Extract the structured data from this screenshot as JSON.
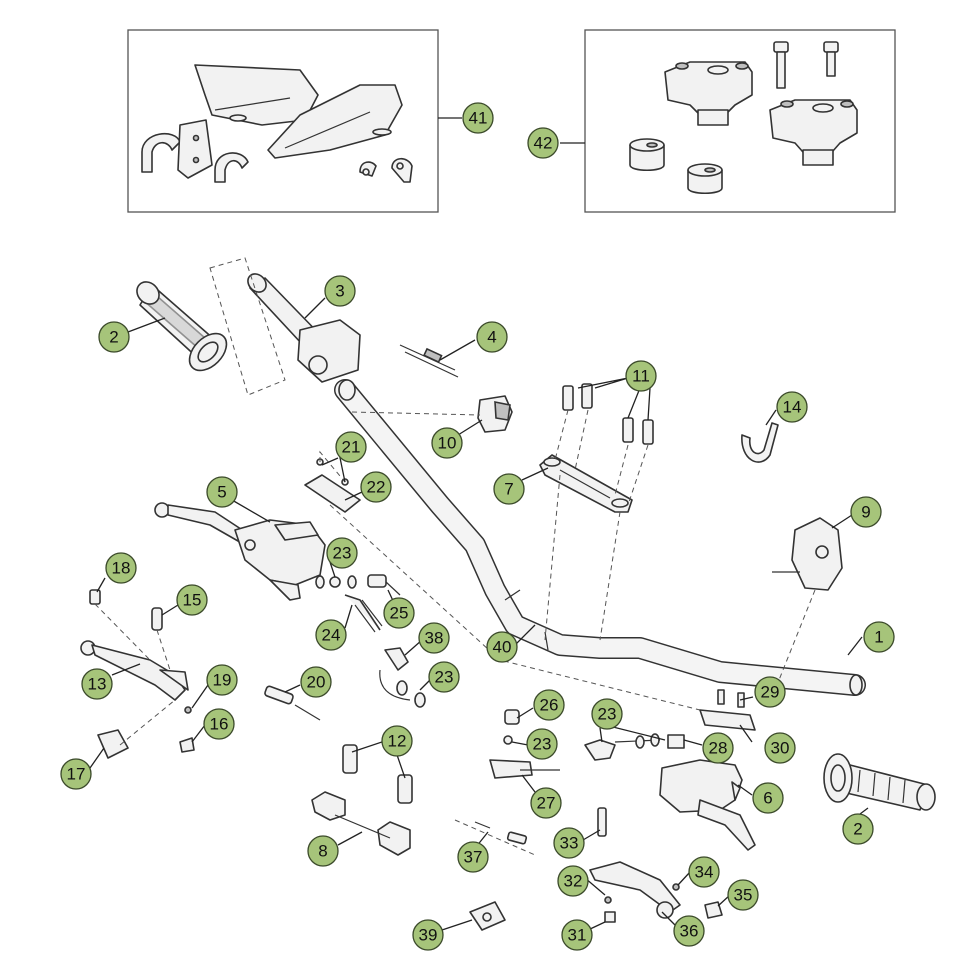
{
  "diagram": {
    "callouts": {
      "c1": "1",
      "c2a": "2",
      "c2b": "2",
      "c3": "3",
      "c4": "4",
      "c5": "5",
      "c6": "6",
      "c7": "7",
      "c8": "8",
      "c9": "9",
      "c10": "10",
      "c11": "11",
      "c12": "12",
      "c13": "13",
      "c14": "14",
      "c15": "15",
      "c16": "16",
      "c17": "17",
      "c18": "18",
      "c19": "19",
      "c20": "20",
      "c21": "21",
      "c22": "22",
      "c23a": "23",
      "c23b": "23",
      "c23c": "23",
      "c23d": "23",
      "c24": "24",
      "c25": "25",
      "c26": "26",
      "c27": "27",
      "c28": "28",
      "c29": "29",
      "c30": "30",
      "c31": "31",
      "c32": "32",
      "c33": "33",
      "c34": "34",
      "c35": "35",
      "c36": "36",
      "c37": "37",
      "c38": "38",
      "c39": "39",
      "c40": "40",
      "c41": "41",
      "c42": "42"
    },
    "colors": {
      "callout_fill": "#a6c47a",
      "line": "#333333",
      "part_fill": "#f2f2f2"
    }
  }
}
